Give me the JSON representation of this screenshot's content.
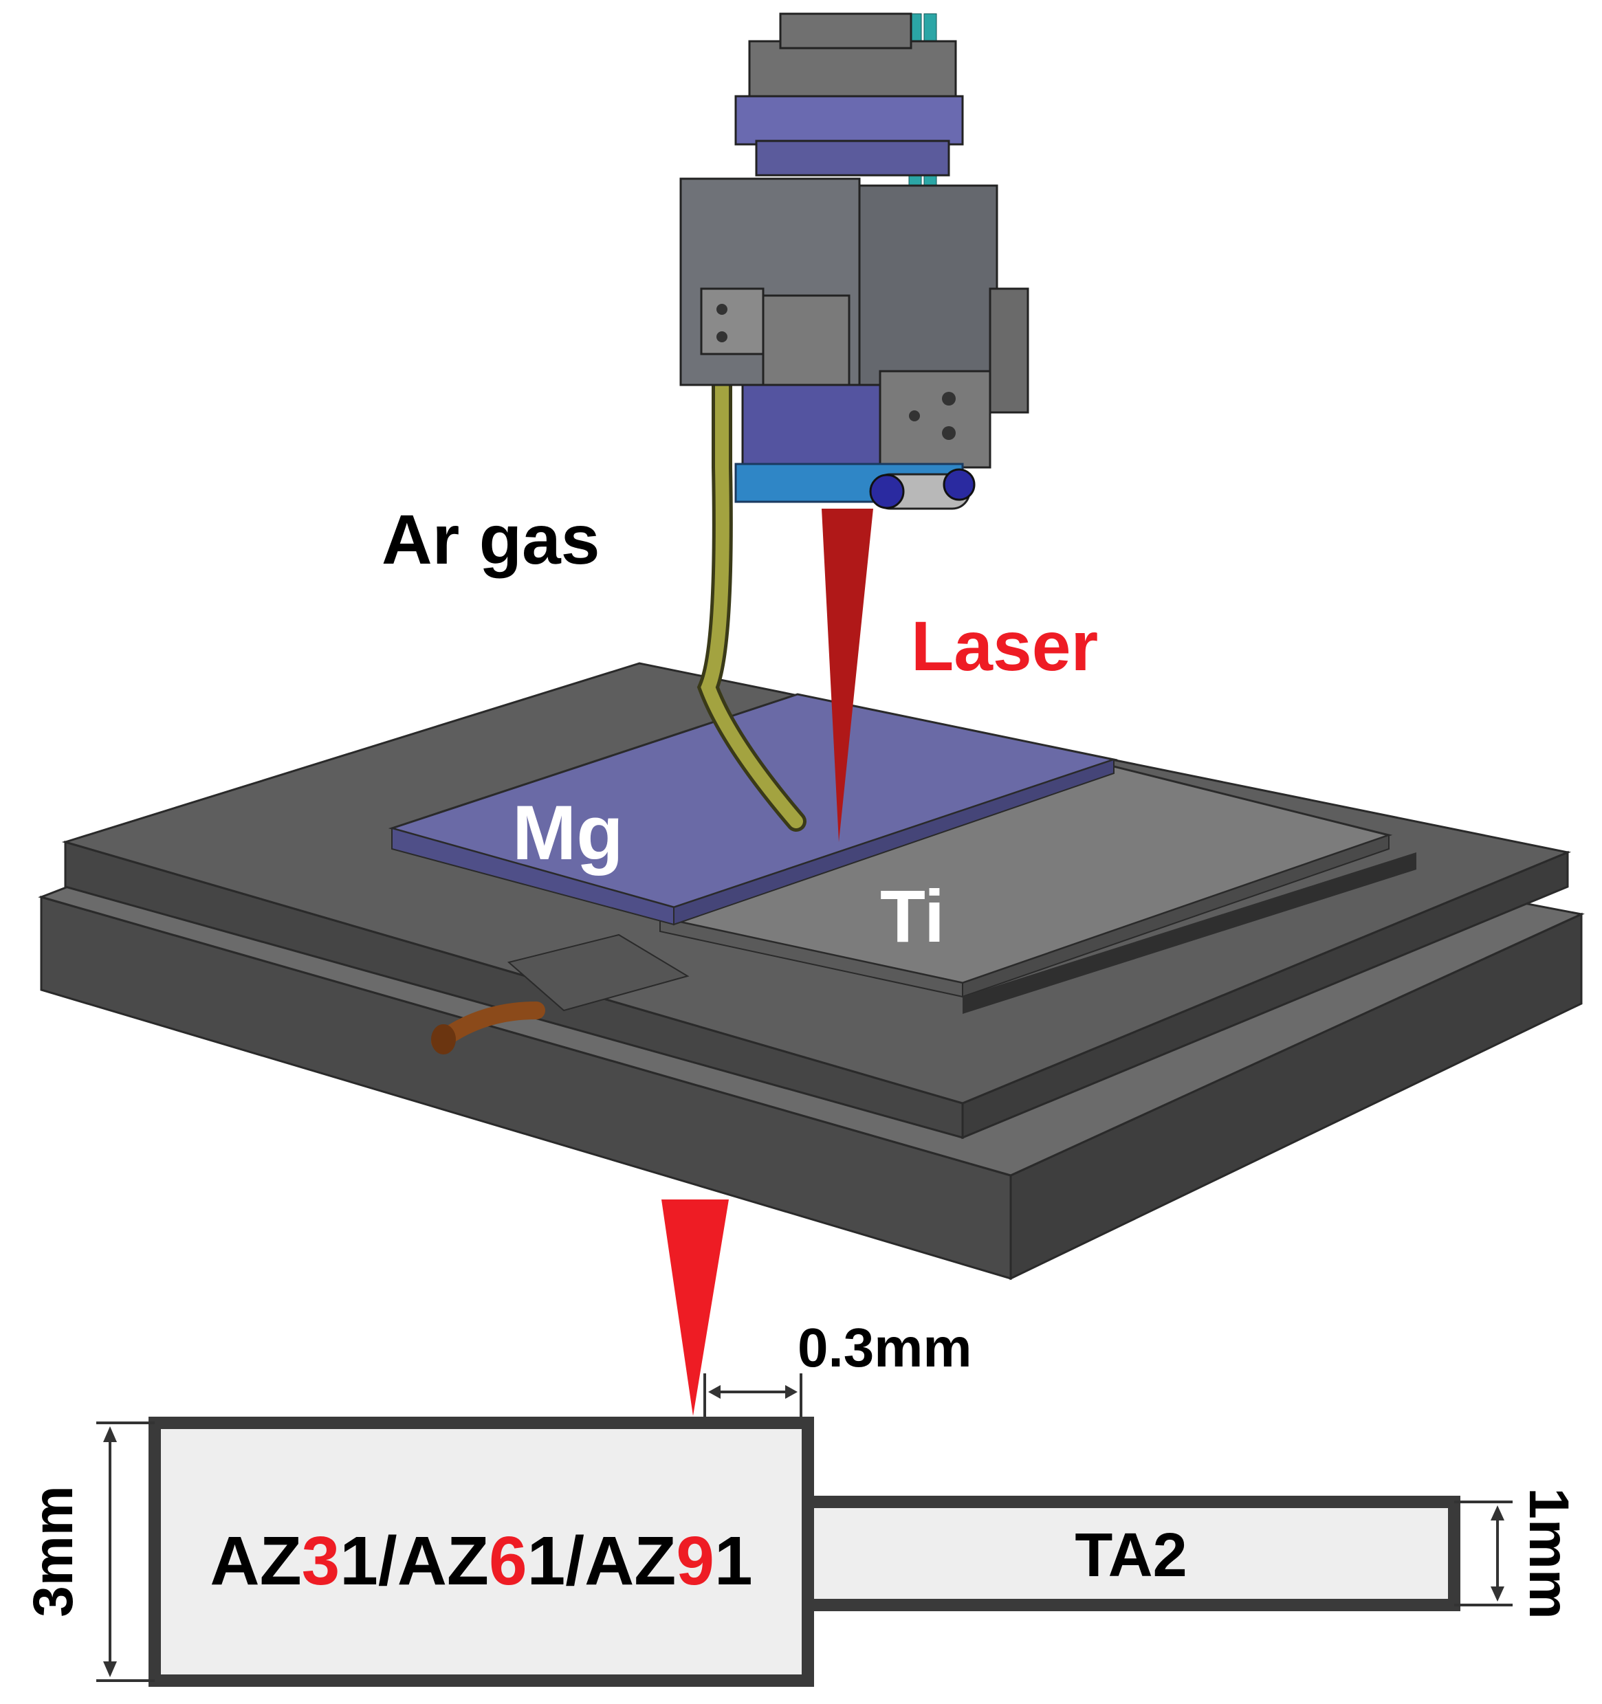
{
  "labels": {
    "ar_gas": "Ar gas",
    "laser": "Laser",
    "mg": "Mg",
    "ti": "Ti"
  },
  "cross_section": {
    "gap": "0.3mm",
    "mg_thickness": "3mm",
    "ti_thickness": "1mm",
    "mg_alloys": [
      {
        "prefix": "AZ",
        "highlight": "3",
        "suffix": "1"
      },
      {
        "sep": "/"
      },
      {
        "prefix": "AZ",
        "highlight": "6",
        "suffix": "1"
      },
      {
        "sep": "/"
      },
      {
        "prefix": "AZ",
        "highlight": "9",
        "suffix": "1"
      }
    ],
    "ti_grade": "TA2"
  },
  "colors": {
    "laser_red": "#ee1c24",
    "highlight_red": "#ee1c24",
    "fixture_gray": "#5a5a5a",
    "mg_plate": "#6a6aa6",
    "ti_plate": "#7c7c7c",
    "head_gray": "#6f7278",
    "head_purple": "#6a6ab0",
    "head_blue": "#2f86c6",
    "gas_tube": "#9a9a3c",
    "fiber_teal": "#2ba6a6",
    "screw_brown": "#8b4a1a"
  }
}
